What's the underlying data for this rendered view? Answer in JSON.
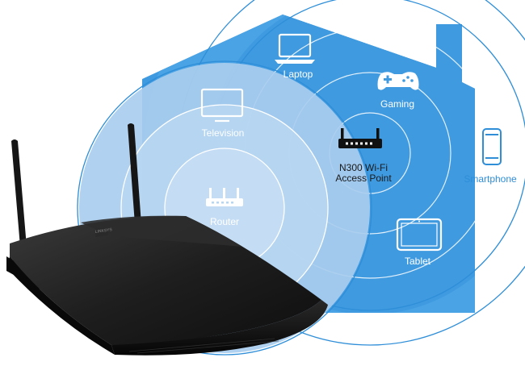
{
  "labels": {
    "laptop": "Laptop",
    "gaming": "Gaming",
    "television": "Television",
    "access_point_line1": "N300 Wi-Fi",
    "access_point_line2": "Access Point",
    "smartphone": "Smartphone",
    "router": "Router",
    "tablet": "Tablet"
  },
  "device_brand": "LINKSYS",
  "colors": {
    "house_blue": "#3f9ae0",
    "wave_light_blue": "#a9cdee",
    "ring_blue": "#2e8ed8",
    "router_body": "#1c1c1c",
    "label_white": "#ffffff",
    "label_dark": "#1a1a1a"
  },
  "icons": [
    "laptop-icon",
    "gamepad-icon",
    "television-icon",
    "access-point-icon",
    "smartphone-icon",
    "router-icon",
    "tablet-icon"
  ]
}
